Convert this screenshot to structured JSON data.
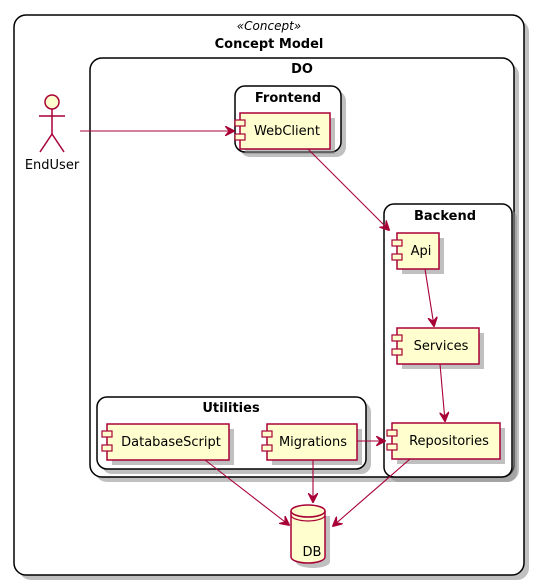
{
  "diagram": {
    "concept_model": {
      "stereotype": "«Concept»",
      "title": "Concept Model"
    },
    "do_package": {
      "title": "DO"
    },
    "frontend_package": {
      "title": "Frontend"
    },
    "backend_package": {
      "title": "Backend"
    },
    "utilities_package": {
      "title": "Utilities"
    },
    "actor": {
      "label": "EndUser"
    },
    "components": {
      "webclient": "WebClient",
      "api": "Api",
      "services": "Services",
      "repositories": "Repositories",
      "database_script": "DatabaseScript",
      "migrations": "Migrations"
    },
    "database": {
      "label": "DB"
    }
  },
  "colors": {
    "component_fill": "#fefece",
    "component_border": "#a80036",
    "edge": "#a80036",
    "frame_border": "#000000"
  },
  "icons": [
    "actor-icon",
    "component-icon",
    "database-icon"
  ]
}
